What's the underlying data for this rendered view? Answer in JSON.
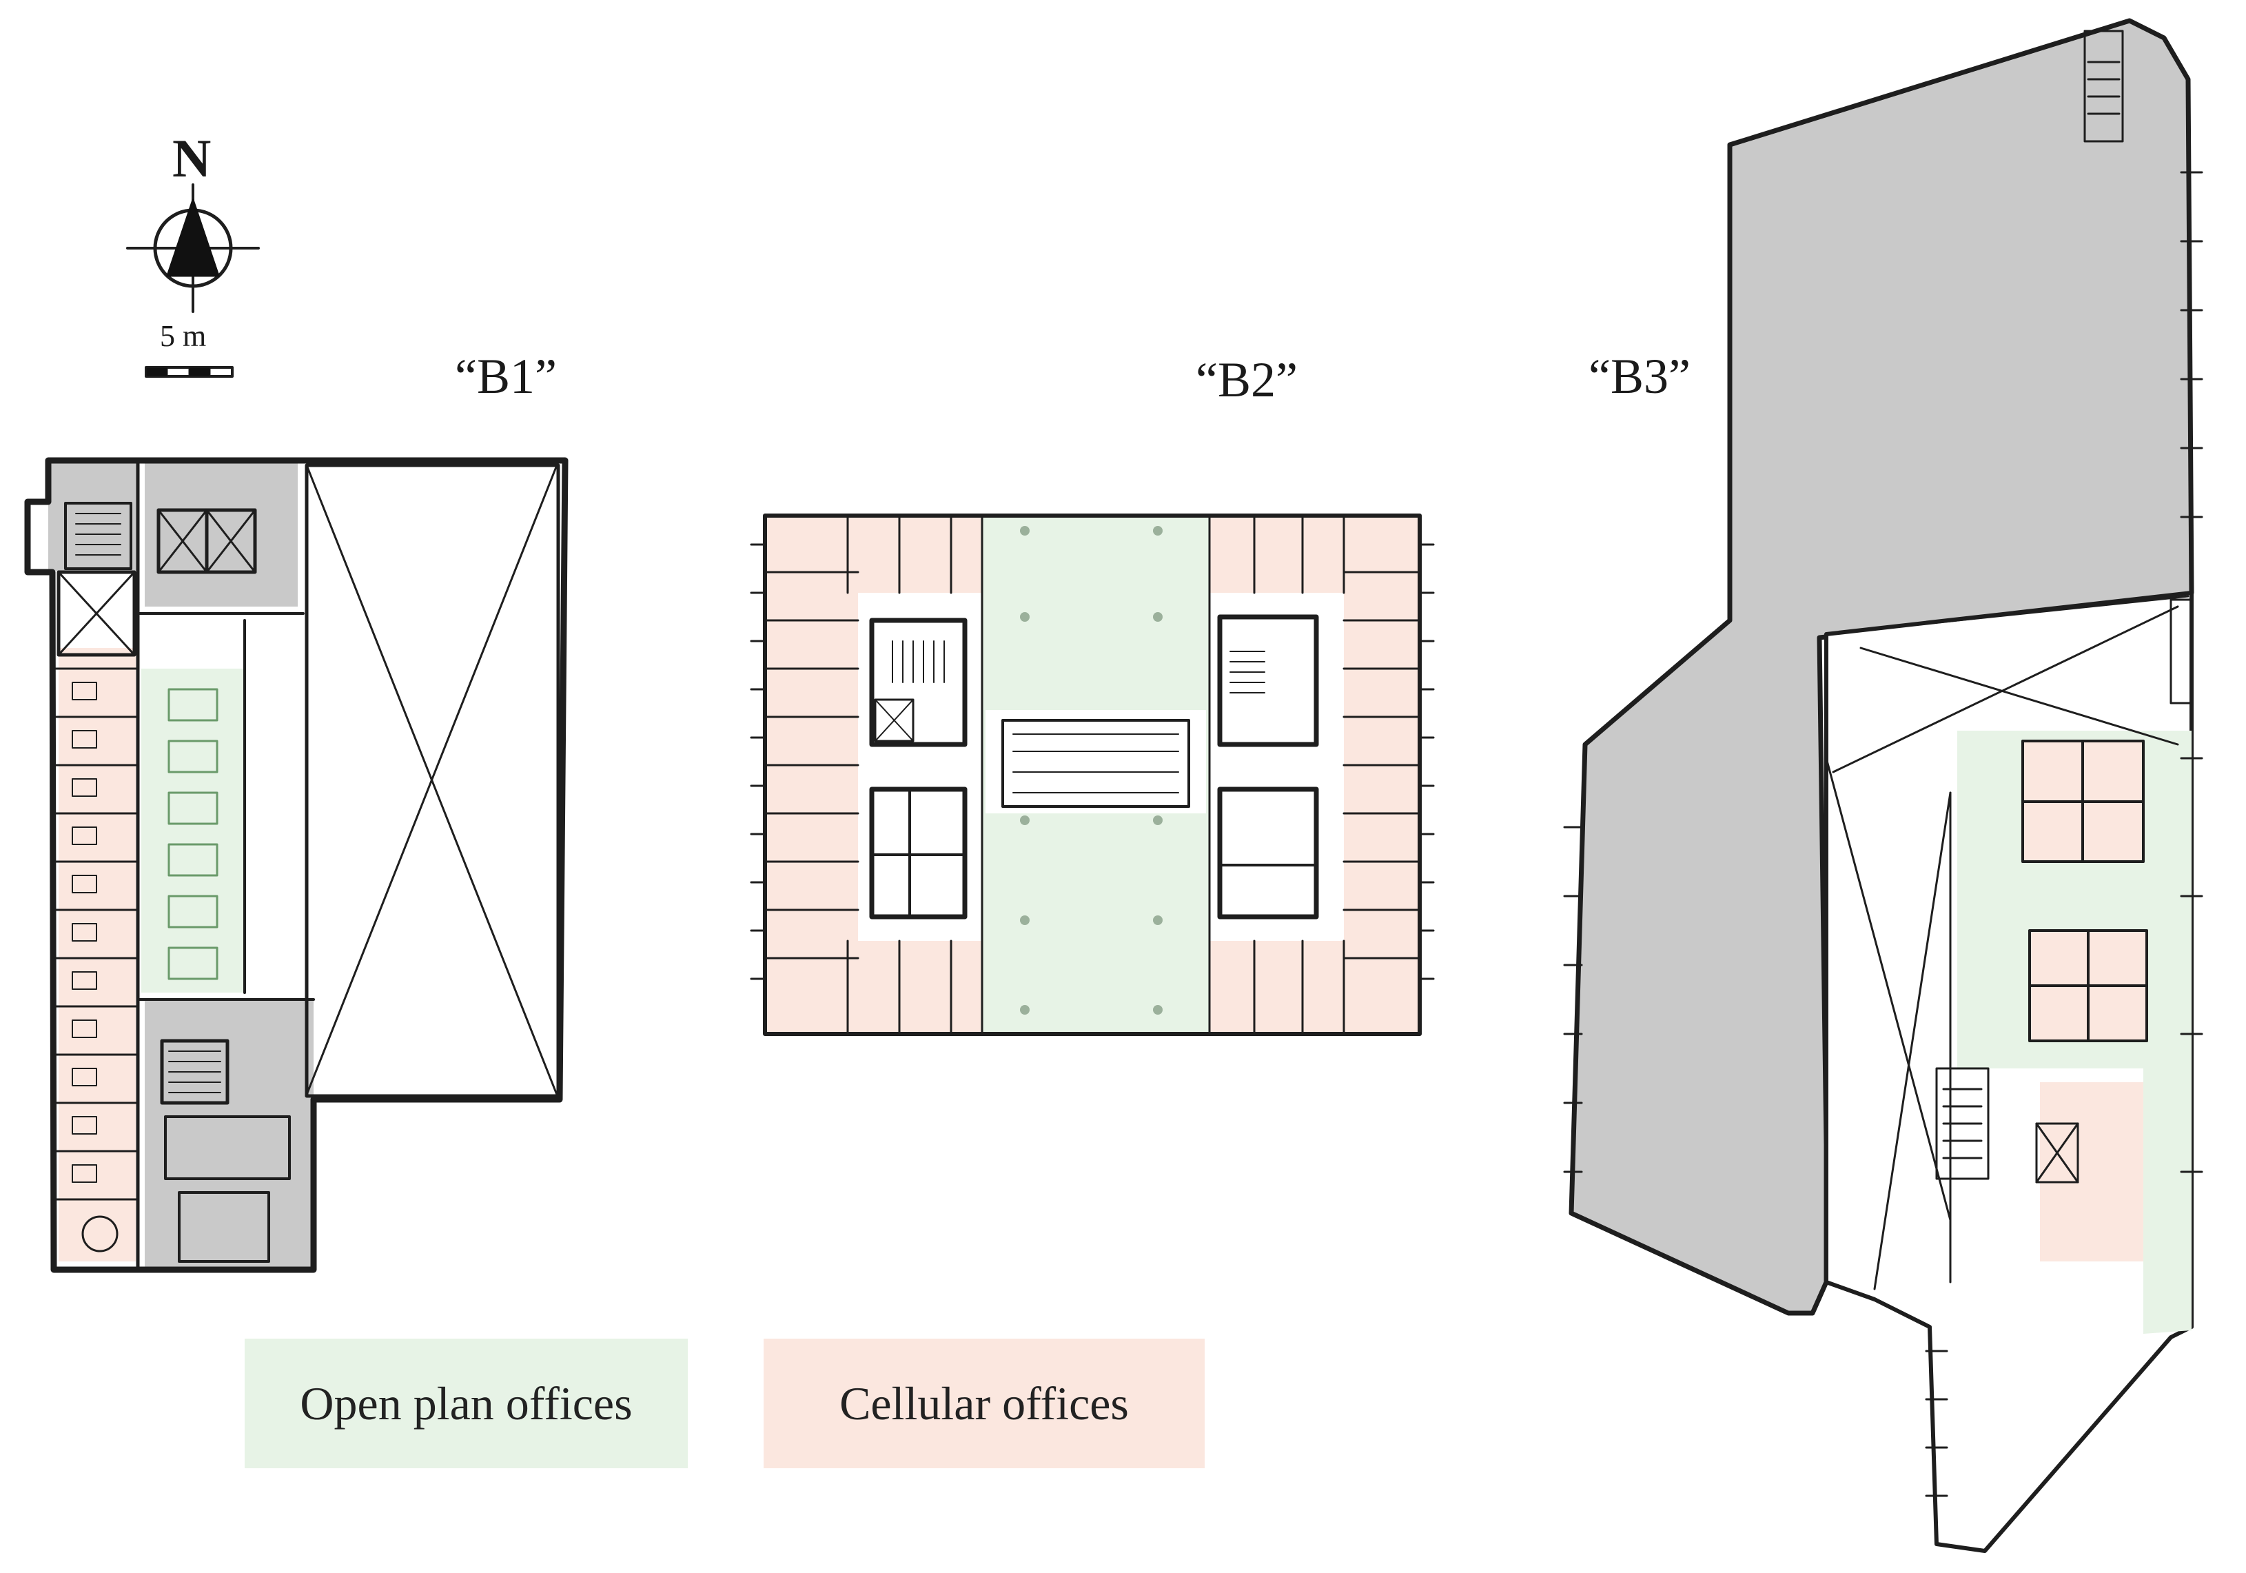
{
  "labels": {
    "b1": "“B1”",
    "b2": "“B2”",
    "b3": "“B3”",
    "north": "N",
    "scale": "5 m"
  },
  "legend": {
    "open_plan": "Open plan offices",
    "cellular": "Cellular offices"
  },
  "colors": {
    "open_plan_fill": "#e7f3e6",
    "cellular_fill": "#fbe7df",
    "core_fill": "#c9c9c9",
    "line": "#1e1e1e"
  }
}
